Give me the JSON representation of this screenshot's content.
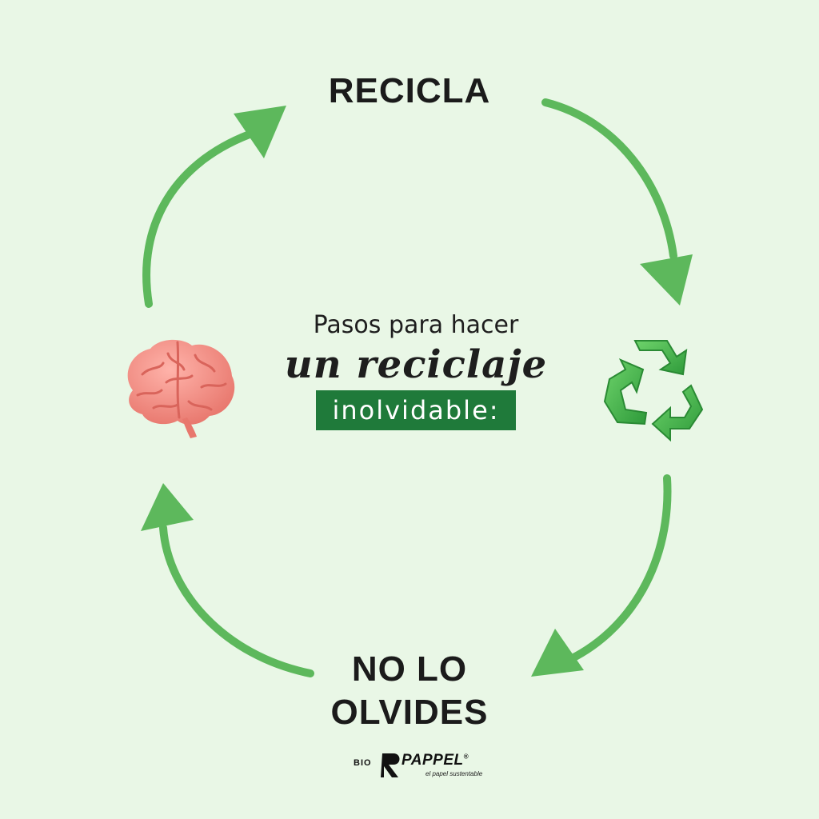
{
  "steps": {
    "top": "RECICLA",
    "bottom": "NO LO OLVIDES"
  },
  "center": {
    "line1": "Pasos para hacer",
    "line2": "un reciclaje",
    "line3": "inolvidable:"
  },
  "icons": {
    "left": "brain-icon",
    "right": "recycle-icon"
  },
  "logo": {
    "prefix": "BIO",
    "name": "PAPPEL",
    "mark": "®",
    "tagline": "el papel sustentable"
  },
  "colors": {
    "background": "#e9f7e6",
    "arrow": "#5db85c",
    "highlight": "#1f7a3a",
    "brain": "#f08a80",
    "recycle": "#3fb34a"
  }
}
